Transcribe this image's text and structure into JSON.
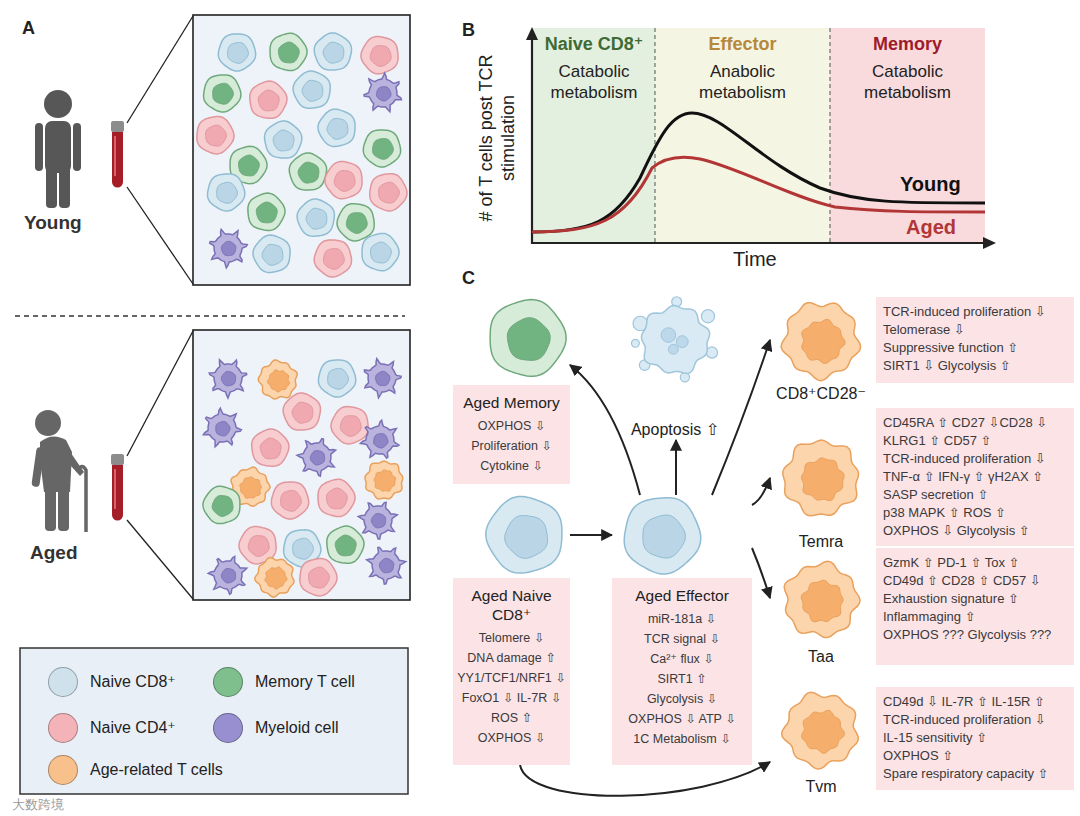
{
  "diagram": {
    "nodes": [
      {
        "text": [
          "Naive CD8⁺",
          "Catabolic metabolism"
        ]
      },
      {
        "text": [
          "Effector",
          "Anabolic metabolism"
        ]
      },
      {
        "text": [
          "Memory",
          "Catabolic metabolism"
        ]
      },
      {
        "text": [
          "Aged Memory",
          "OXPHOS ⇩",
          "Proliferation ⇩",
          "Cytokine ⇩"
        ]
      },
      {
        "text": [
          "Apoptosis ⇧"
        ]
      },
      {
        "text": [
          "CD8⁺CD28⁻"
        ]
      },
      {
        "text": [
          "TCR-induced proliferation ⇩",
          "Telomerase ⇩",
          "Suppressive function ⇧",
          "SIRT1 ⇩ Glycolysis ⇧"
        ]
      },
      {
        "text": [
          "Aged Naive CD8⁺",
          "Telomere ⇩",
          "DNA damage ⇧",
          "YY1/TCF1/NRF1 ⇩",
          "FoxO1 ⇩ IL-7R ⇩",
          "ROS ⇧",
          "OXPHOS ⇩"
        ]
      },
      {
        "text": [
          "Aged Effector",
          "miR-181a ⇩",
          "TCR signal ⇩",
          "Ca²⁺ flux ⇩",
          "SIRT1 ⇧",
          "Glycolysis ⇩",
          "OXPHOS ⇩ ATP ⇩",
          "1C Metabolism ⇩"
        ]
      },
      {
        "text": [
          "Temra"
        ]
      },
      {
        "text": [
          "CD45RA ⇧ CD27 ⇩CD28 ⇩",
          "KLRG1 ⇧ CD57 ⇧",
          "TCR-induced proliferation ⇩",
          "TNF-α ⇧ IFN-γ ⇧ γH2AX ⇧",
          "SASP secretion ⇧",
          "p38 MAPK ⇧ ROS ⇧",
          "OXPHOS ⇩ Glycolysis ⇧"
        ]
      },
      {
        "text": [
          "Taa"
        ]
      },
      {
        "text": [
          "GzmK ⇧ PD-1 ⇧ Tox ⇧",
          "CD49d ⇧ CD28 ⇧ CD57 ⇩",
          "Exhaustion signature ⇧",
          "Inflammaging ⇧",
          "OXPHOS ??? Glycolysis ???"
        ]
      },
      {
        "text": [
          "Tvm"
        ]
      },
      {
        "text": [
          "CD49d ⇩ IL-7R ⇧ IL-15R ⇧",
          "TCR-induced proliferation ⇩",
          "IL-15 sensitivity ⇧",
          "OXPHOS ⇧",
          "Spare respiratory capacity ⇧"
        ]
      }
    ],
    "edges": [
      {
        "from": 7,
        "to": 8,
        "arrow": "to"
      },
      {
        "from": 8,
        "to": 3,
        "arrow": "to"
      },
      {
        "from": 8,
        "to": 4,
        "arrow": "to"
      },
      {
        "from": 8,
        "to": 5,
        "arrow": "to"
      },
      {
        "from": 8,
        "to": 9,
        "arrow": "to"
      },
      {
        "from": 8,
        "to": 11,
        "arrow": "to"
      },
      {
        "from": 7,
        "to": 13,
        "arrow": "to"
      }
    ],
    "labels": [
      "A",
      "Young",
      "Aged",
      "B",
      "# of T cells post TCR stimulation",
      "Time",
      "Young",
      "Aged",
      "C",
      "大数跨境"
    ],
    "legend": [
      {
        "text": "Naive CD8⁺",
        "color": "#cfe2ec"
      },
      {
        "text": "Memory T cell",
        "color": "#7fbf8e"
      },
      {
        "text": "Naive CD4⁺",
        "color": "#f3b3b8"
      },
      {
        "text": "Myeloid cell",
        "color": "#978fcf"
      },
      {
        "text": "Age-related T cells",
        "color": "#f8c08a"
      }
    ]
  }
}
